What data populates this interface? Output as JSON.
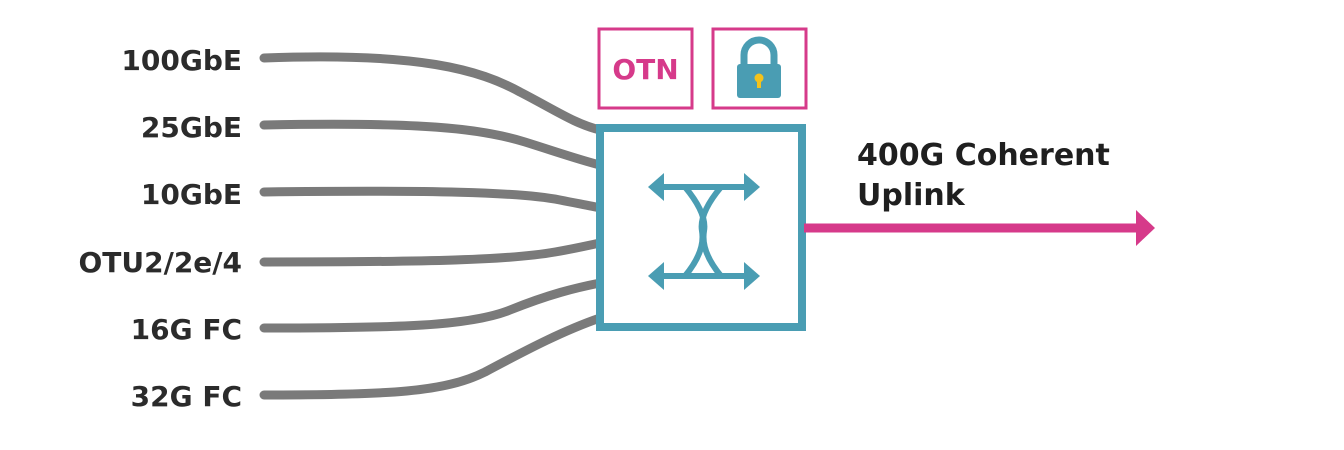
{
  "inputs": [
    {
      "label": "100GbE"
    },
    {
      "label": "25GbE"
    },
    {
      "label": "10GbE"
    },
    {
      "label": "OTU2/2e/4"
    },
    {
      "label": "16G FC"
    },
    {
      "label": "32G FC"
    }
  ],
  "badges": {
    "otn_label": "OTN",
    "lock_icon": "lock-icon"
  },
  "switch": {
    "icon": "crossconnect-arrows-icon"
  },
  "uplink": {
    "line1": "400G Coherent",
    "line2": "Uplink"
  },
  "colors": {
    "fiber": "#7a7a7a",
    "switch": "#4a9db3",
    "accent": "#d63a8a",
    "lock_keyhole": "#f4c21b",
    "text": "#2b2b2b"
  }
}
